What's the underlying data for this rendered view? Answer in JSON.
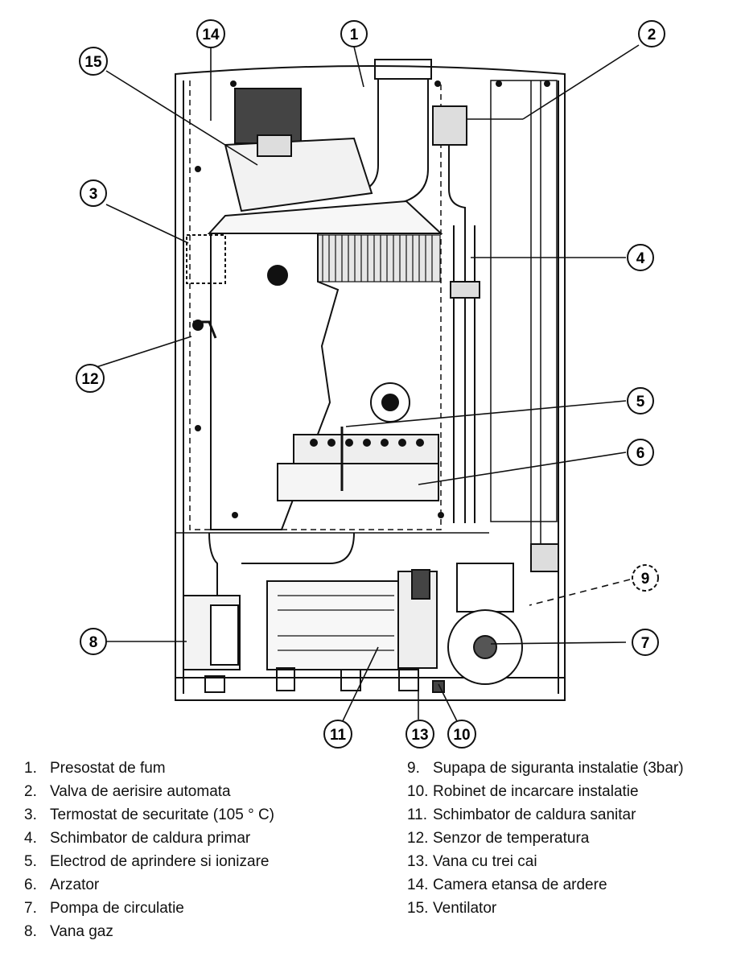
{
  "callouts": [
    "1",
    "2",
    "3",
    "4",
    "5",
    "6",
    "7",
    "8",
    "9",
    "10",
    "11",
    "12",
    "13",
    "14",
    "15"
  ],
  "legend": {
    "left": [
      {
        "num": "1.",
        "text": "Presostat de fum"
      },
      {
        "num": "2.",
        "text": "Valva de aerisire automata"
      },
      {
        "num": "3.",
        "text": "Termostat de securitate (105 ° C)"
      },
      {
        "num": "4.",
        "text": "Schimbator de caldura primar"
      },
      {
        "num": "5.",
        "text": "Electrod de aprindere si ionizare"
      },
      {
        "num": "6.",
        "text": "Arzator"
      },
      {
        "num": "7.",
        "text": "Pompa de circulatie"
      },
      {
        "num": "8.",
        "text": "Vana gaz"
      }
    ],
    "right": [
      {
        "num": "9.",
        "text": "Supapa de siguranta instalatie (3bar)"
      },
      {
        "num": "10.",
        "text": "Robinet de incarcare instalatie"
      },
      {
        "num": "11.",
        "text": "Schimbator de caldura sanitar"
      },
      {
        "num": "12.",
        "text": "Senzor de temperatura"
      },
      {
        "num": "13.",
        "text": "Vana cu trei cai"
      },
      {
        "num": "14.",
        "text": "Camera etansa de ardere"
      },
      {
        "num": "15.",
        "text": "Ventilator"
      }
    ]
  }
}
